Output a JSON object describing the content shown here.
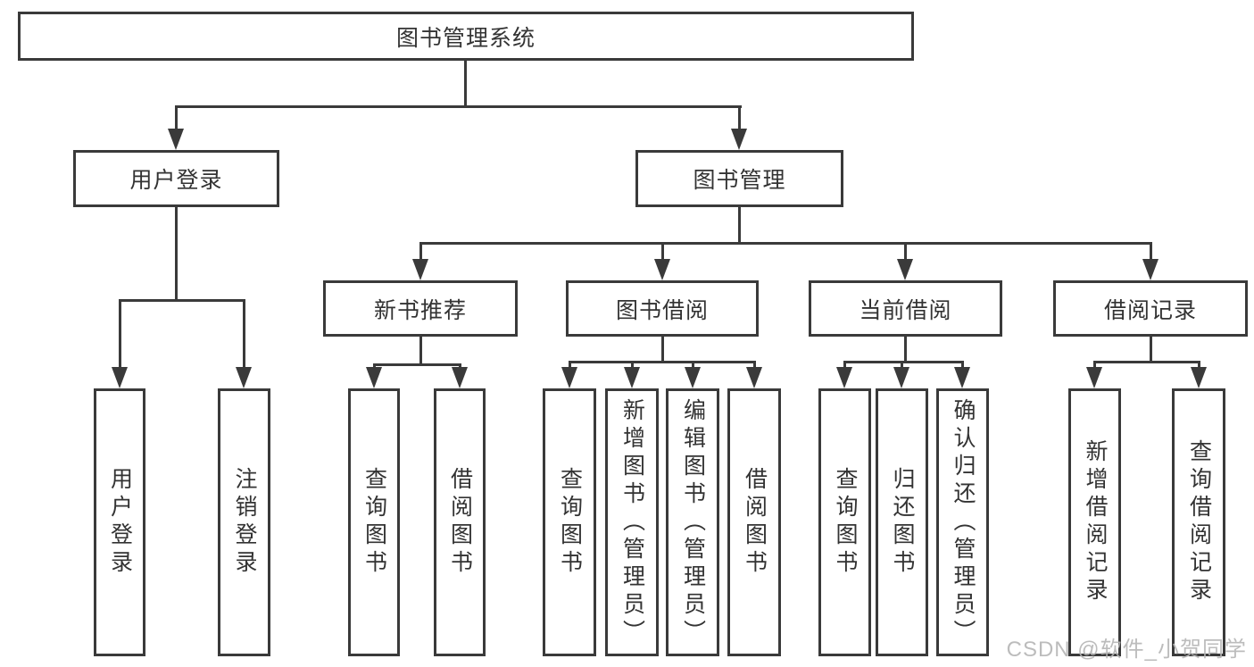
{
  "diagram": {
    "root": {
      "label": "图书管理系统"
    },
    "level2": [
      {
        "label": "用户登录"
      },
      {
        "label": "图书管理"
      }
    ],
    "level3": [
      {
        "label": "新书推荐"
      },
      {
        "label": "图书借阅"
      },
      {
        "label": "当前借阅"
      },
      {
        "label": "借阅记录"
      }
    ],
    "leaves": {
      "user_login": [
        "用户登录",
        "注销登录"
      ],
      "new_book": [
        "查询图书",
        "借阅图书"
      ],
      "book_borrow": [
        "查询图书",
        "新增图书（管理员）",
        "编辑图书（管理员）",
        "借阅图书"
      ],
      "current_borrow": [
        "查询图书",
        "归还图书",
        "确认归还（管理员）"
      ],
      "borrow_record": [
        "新增借阅记录",
        "查询借阅记录"
      ]
    }
  },
  "watermark": {
    "text": "CSDN @软件_小贺同学"
  },
  "colors": {
    "line": "#3a3a3a",
    "text": "#333333",
    "background": "#ffffff",
    "watermark": "#b5b5b5"
  }
}
